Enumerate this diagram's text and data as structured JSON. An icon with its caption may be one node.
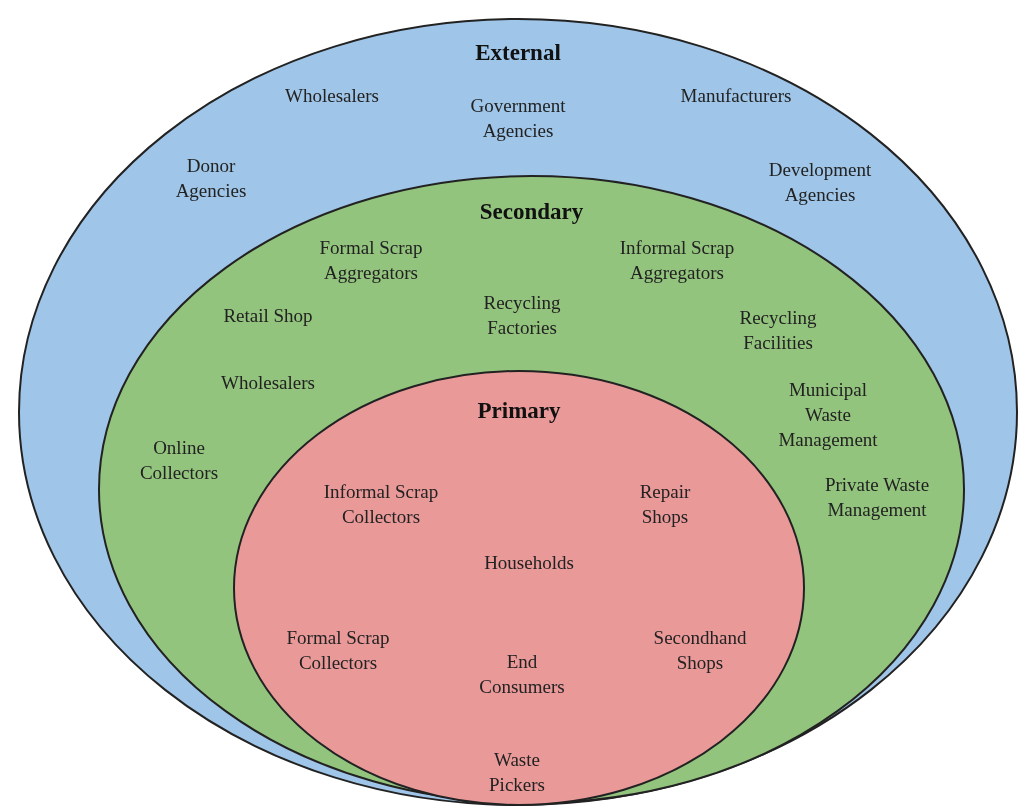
{
  "diagram": {
    "nodes": [
      {
        "text": [
          "External"
        ]
      },
      {
        "text": [
          "Secondary"
        ],
        "in": 0
      },
      {
        "text": [
          "Primary"
        ],
        "in": 1
      }
    ],
    "labels": [
      "Wholesalers",
      "Government Agencies",
      "Manufacturers",
      "Donor Agencies",
      "Development Agencies",
      "Formal Scrap Aggregators",
      "Informal Scrap Aggregators",
      "Recycling Factories",
      "Retail Shop",
      "Recycling Facilities",
      "Wholesalers",
      "Municipal Waste Management",
      "Online Collectors",
      "Informal Scrap Collectors",
      "Repair Shops",
      "Private Waste Management",
      "Households",
      "Formal Scrap Collectors",
      "Secondhand Shops",
      "End Consumers",
      "Waste Pickers"
    ]
  }
}
